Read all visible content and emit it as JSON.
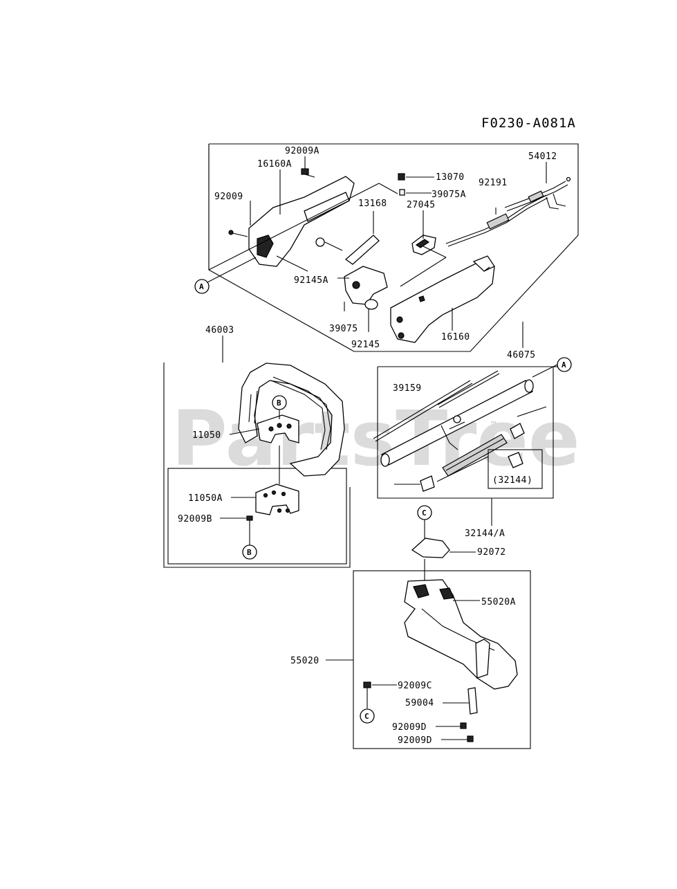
{
  "diagram": {
    "code": "F0230-A081A",
    "watermark": "PartsTree",
    "watermark_mark": "™",
    "callouts": {
      "A": "A",
      "B": "B",
      "C": "C"
    },
    "parts": {
      "p92009A": "92009A",
      "p16160A": "16160A",
      "p92009": "92009",
      "p13070": "13070",
      "p39075A": "39075A",
      "p13168": "13168",
      "p27045": "27045",
      "p92191": "92191",
      "p54012": "54012",
      "p92145A": "92145A",
      "p39075": "39075",
      "p92145": "92145",
      "p16160": "16160",
      "p46075": "46075",
      "p46003": "46003",
      "p11050": "11050",
      "p11050A": "11050A",
      "p92009B": "92009B",
      "p39159": "39159",
      "p32144": "(32144)",
      "p32144A": "32144/A",
      "p92072": "92072",
      "p55020A": "55020A",
      "p55020": "55020",
      "p92009C": "92009C",
      "p59004": "59004",
      "p92009D_1": "92009D",
      "p92009D_2": "92009D"
    }
  }
}
